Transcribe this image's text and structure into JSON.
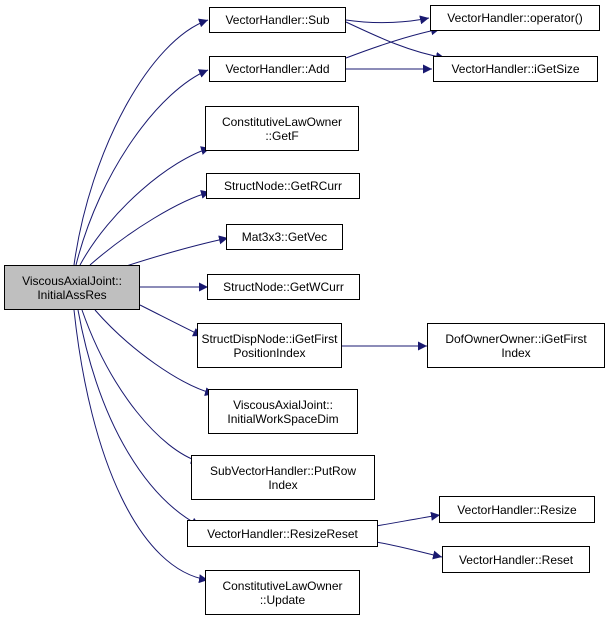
{
  "colors": {
    "edge": "#191970",
    "root_fill": "#bfbfbf",
    "node_fill": "#ffffff",
    "border": "#000000"
  },
  "nodes": {
    "root": {
      "line1": "ViscousAxialJoint::",
      "line2": "InitialAssRes"
    },
    "sub": {
      "line1": "VectorHandler::Sub"
    },
    "add": {
      "line1": "VectorHandler::Add"
    },
    "operator": {
      "line1": "VectorHandler::operator()"
    },
    "igetsize": {
      "line1": "VectorHandler::iGetSize"
    },
    "getf": {
      "line1": "ConstitutiveLawOwner",
      "line2": "::GetF"
    },
    "getrcurr": {
      "line1": "StructNode::GetRCurr"
    },
    "getvec": {
      "line1": "Mat3x3::GetVec"
    },
    "getwcurr": {
      "line1": "StructNode::GetWCurr"
    },
    "igetfirstpos": {
      "line1": "StructDispNode::iGetFirst",
      "line2": "PositionIndex"
    },
    "dofowner": {
      "line1": "DofOwnerOwner::iGetFirst",
      "line2": "Index"
    },
    "workspace": {
      "line1": "ViscousAxialJoint::",
      "line2": "InitialWorkSpaceDim"
    },
    "putrow": {
      "line1": "SubVectorHandler::PutRow",
      "line2": "Index"
    },
    "resizereset": {
      "line1": "VectorHandler::ResizeReset"
    },
    "resize": {
      "line1": "VectorHandler::Resize"
    },
    "reset": {
      "line1": "VectorHandler::Reset"
    },
    "update": {
      "line1": "ConstitutiveLawOwner",
      "line2": "::Update"
    }
  }
}
